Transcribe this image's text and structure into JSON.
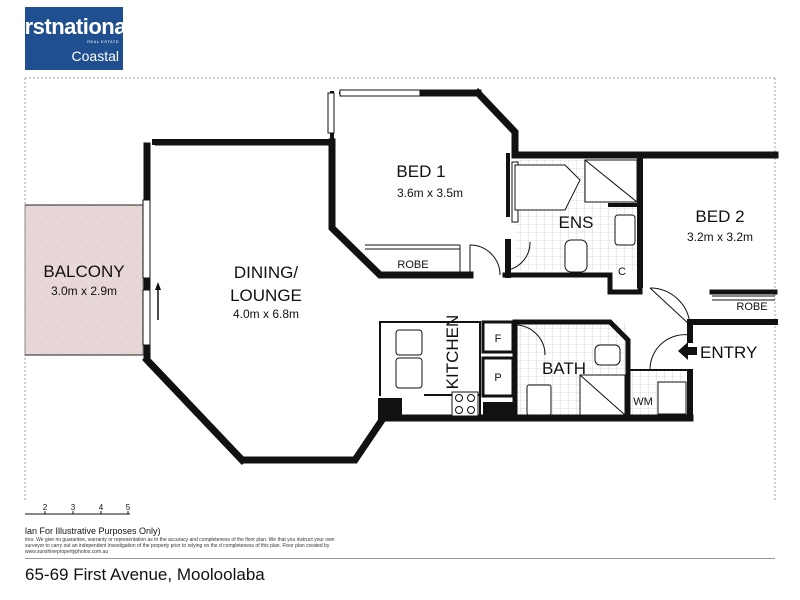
{
  "logo": {
    "brand": "irstnational",
    "brand_sub": "REAL ESTATE",
    "office": "Coastal",
    "bg_color": "#1f4f8e"
  },
  "rooms": {
    "balcony": {
      "name": "BALCONY",
      "size": "3.0m x 2.9m"
    },
    "dining_lounge": {
      "name_line1": "DINING/",
      "name_line2": "LOUNGE",
      "size": "4.0m x 6.8m"
    },
    "bed1": {
      "name": "BED 1",
      "size": "3.6m x 3.5m"
    },
    "bed2": {
      "name": "BED 2",
      "size": "3.2m x 3.2m"
    },
    "ens": {
      "name": "ENS"
    },
    "bath": {
      "name": "BATH"
    },
    "kitchen": {
      "name": "KITCHEN"
    },
    "robe1": {
      "name": "ROBE"
    },
    "robe2": {
      "name": "ROBE"
    },
    "cupboard_c": {
      "name": "C"
    },
    "fridge_f": {
      "name": "F"
    },
    "pantry_p": {
      "name": "P"
    },
    "wm": {
      "name": "WM"
    },
    "entry": {
      "name": "ENTRY",
      "icon": "arrow-left-icon"
    }
  },
  "scale": {
    "ticks": [
      "2",
      "3",
      "4",
      "5"
    ]
  },
  "disclaimer": {
    "title": "lan For Illustrative Purposes Only)",
    "text": "tres. We give no guarantee, warranty or representation as to the accuracy and completeness of the floor plan. We that you instruct your own surveyor to carry out an independent investigation of the property prior to relying on the d completeness of this plan. Floor plan created by www.sunshinepropertyphotos.com.au"
  },
  "address": "65-69 First Avenue, Mooloolaba",
  "colors": {
    "wall": "#111111",
    "balcony_fill": "#e8d7d7",
    "tile": "#bbbbbb"
  }
}
